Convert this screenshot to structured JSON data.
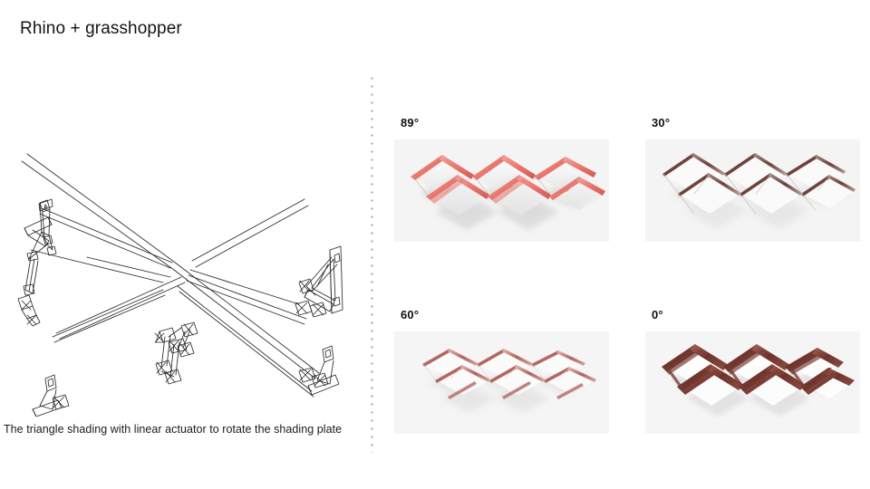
{
  "slide": {
    "title": "Rhino + grasshopper",
    "background_color": "#ffffff"
  },
  "divider": {
    "name": "vertical-dotted-divider",
    "style": "dotted",
    "color": "#b7b7b7",
    "orientation": "vertical"
  },
  "left_panel": {
    "caption": "The triangle shading with linear actuator to rotate the shading plate",
    "drawing": {
      "name": "linear-actuator-wireframe",
      "description": "CAD wireframe line drawing of a triangle shading mechanism driven by a linear actuator, shown as two crossing scissor arms meeting at a central pivot cluster",
      "line_color": "#2b2b2b",
      "fill_color": "#ffffff"
    }
  },
  "renders": {
    "panel_background": "#f4f4f4",
    "items": [
      {
        "angle_label": "89°",
        "name": "render-89-degrees",
        "edge_color": "#e8736b",
        "edge_color_dark": "#c9564d",
        "position": "top-left",
        "description": "Diamond grid shading panel with plates rotated to 89 degrees, bright red-pink edges nearly edge-on, openings wide"
      },
      {
        "angle_label": "30°",
        "name": "render-30-degrees",
        "edge_color": "#9a6f66",
        "edge_color_dark": "#6d4038",
        "position": "top-right",
        "description": "Diamond grid shading panel with plates rotated to 30 degrees, thin muted brown edges, faces almost flat to the viewer"
      },
      {
        "angle_label": "60°",
        "name": "render-60-degrees",
        "edge_color": "#d38c84",
        "edge_color_dark": "#b0655c",
        "position": "bottom-left",
        "description": "Diamond grid shading panel with plates rotated to 60 degrees, pale pink thin edges with soft shadows"
      },
      {
        "angle_label": "0°",
        "name": "render-0-degrees",
        "edge_color": "#8a4a42",
        "edge_color_dark": "#5d2a24",
        "position": "bottom-right",
        "description": "Diamond grid shading panel with plates closed at 0 degrees, thick dark reddish-brown edges forming a dense lattice"
      }
    ]
  }
}
